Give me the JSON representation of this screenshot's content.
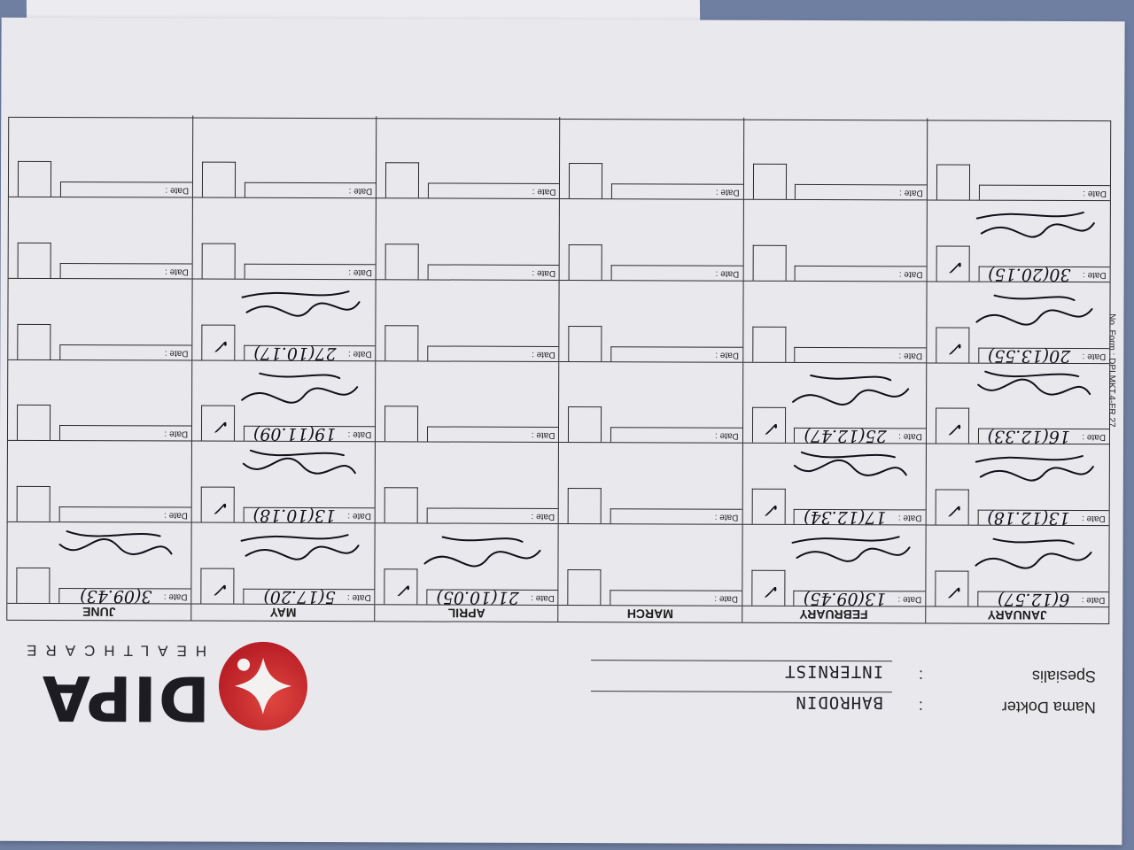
{
  "header": {
    "brand": "DIPA",
    "brand_sub": "HEALTHCARE",
    "doctor_label": "Nama Dokter",
    "doctor_value": "BAHRODIN",
    "specialty_label": "Spesialis",
    "specialty_value": "INTERNIST",
    "colon": ":"
  },
  "form_code": "No. Form : DPI.MKT.4-FR.27",
  "date_label": "Date :",
  "months": [
    {
      "name": "JANUARY",
      "cells": [
        {
          "date": "6(12.57)",
          "mark": "✓",
          "signed": true
        },
        {
          "date": "13(12.18)",
          "mark": "✓",
          "signed": true
        },
        {
          "date": "16(12.33)",
          "mark": "✓",
          "signed": true
        },
        {
          "date": "20(13.55)",
          "mark": "✓",
          "signed": true
        },
        {
          "date": "30(20.15)",
          "mark": "✓",
          "signed": true
        },
        {
          "date": "",
          "mark": "",
          "signed": false
        }
      ]
    },
    {
      "name": "FEBRUARY",
      "cells": [
        {
          "date": "13(09.45)",
          "mark": "✓",
          "signed": true
        },
        {
          "date": "17(12.34)",
          "mark": "✓",
          "signed": true
        },
        {
          "date": "25(12.47)",
          "mark": "✓",
          "signed": true
        },
        {
          "date": "",
          "mark": "",
          "signed": false
        },
        {
          "date": "",
          "mark": "",
          "signed": false
        },
        {
          "date": "",
          "mark": "",
          "signed": false
        }
      ]
    },
    {
      "name": "MARCH",
      "cells": [
        {
          "date": "",
          "mark": "",
          "signed": false
        },
        {
          "date": "",
          "mark": "",
          "signed": false
        },
        {
          "date": "",
          "mark": "",
          "signed": false
        },
        {
          "date": "",
          "mark": "",
          "signed": false
        },
        {
          "date": "",
          "mark": "",
          "signed": false
        },
        {
          "date": "",
          "mark": "",
          "signed": false
        }
      ]
    },
    {
      "name": "APRIL",
      "cells": [
        {
          "date": "21(10.05)",
          "mark": "✓",
          "signed": true
        },
        {
          "date": "",
          "mark": "",
          "signed": false
        },
        {
          "date": "",
          "mark": "",
          "signed": false
        },
        {
          "date": "",
          "mark": "",
          "signed": false
        },
        {
          "date": "",
          "mark": "",
          "signed": false
        },
        {
          "date": "",
          "mark": "",
          "signed": false
        }
      ]
    },
    {
      "name": "MAY",
      "cells": [
        {
          "date": "5(17.20)",
          "mark": "✓",
          "signed": true
        },
        {
          "date": "13(10.18)",
          "mark": "✓",
          "signed": true
        },
        {
          "date": "19(11.09)",
          "mark": "✓",
          "signed": true
        },
        {
          "date": "27(10.17)",
          "mark": "✓",
          "signed": true
        },
        {
          "date": "",
          "mark": "",
          "signed": false
        },
        {
          "date": "",
          "mark": "",
          "signed": false
        }
      ]
    },
    {
      "name": "JUNE",
      "cells": [
        {
          "date": "3(09.43)",
          "mark": "",
          "signed": true
        },
        {
          "date": "",
          "mark": "",
          "signed": false
        },
        {
          "date": "",
          "mark": "",
          "signed": false
        },
        {
          "date": "",
          "mark": "",
          "signed": false
        },
        {
          "date": "",
          "mark": "",
          "signed": false
        },
        {
          "date": "",
          "mark": "",
          "signed": false
        }
      ]
    }
  ],
  "colors": {
    "brand_red": "#c0262d",
    "paper": "#e9e8ed",
    "ink": "#101018",
    "table_border": "#2b2b2b"
  }
}
